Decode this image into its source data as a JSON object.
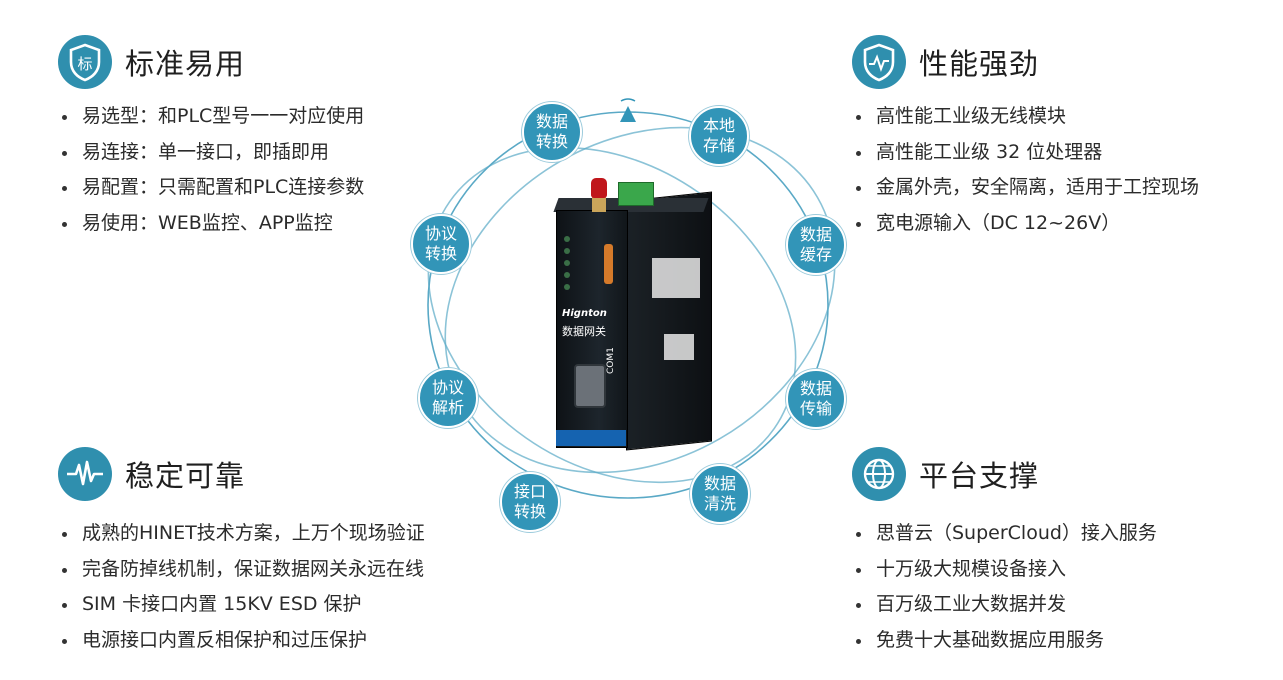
{
  "sections": {
    "top_left": {
      "icon_char": "标",
      "title": "标准易用",
      "items": [
        "易选型：和PLC型号一一对应使用",
        "易连接：单一接口，即插即用",
        "易配置：只需配置和PLC连接参数",
        "易使用：WEB监控、APP监控"
      ]
    },
    "top_right": {
      "title": "性能强劲",
      "items": [
        "高性能工业级无线模块",
        "高性能工业级 32 位处理器",
        "金属外壳，安全隔离，适用于工控现场",
        "宽电源输入（DC 12~26V）"
      ]
    },
    "bottom_left": {
      "title": "稳定可靠",
      "items": [
        "成熟的HINET技术方案，上万个现场验证",
        "完备防掉线机制，保证数据网关永远在线",
        "SIM 卡接口内置 15KV ESD 保护",
        "电源接口内置反相保护和过压保护"
      ]
    },
    "bottom_right": {
      "title": "平台支撑",
      "items": [
        "思普云（SuperCloud）接入服务",
        "十万级大规模设备接入",
        "百万级工业大数据并发",
        "免费十大基础数据应用服务"
      ]
    }
  },
  "nodes": [
    "数据转换",
    "本地存储",
    "数据缓存",
    "数据传输",
    "数据清洗",
    "接口转换",
    "协议解析",
    "协议转换"
  ],
  "device": {
    "brand": "Hignton",
    "name": "数据网关",
    "port_label": "COM1"
  },
  "colors": {
    "accent": "#3295b8",
    "icon_bg": "#2f8fae"
  }
}
